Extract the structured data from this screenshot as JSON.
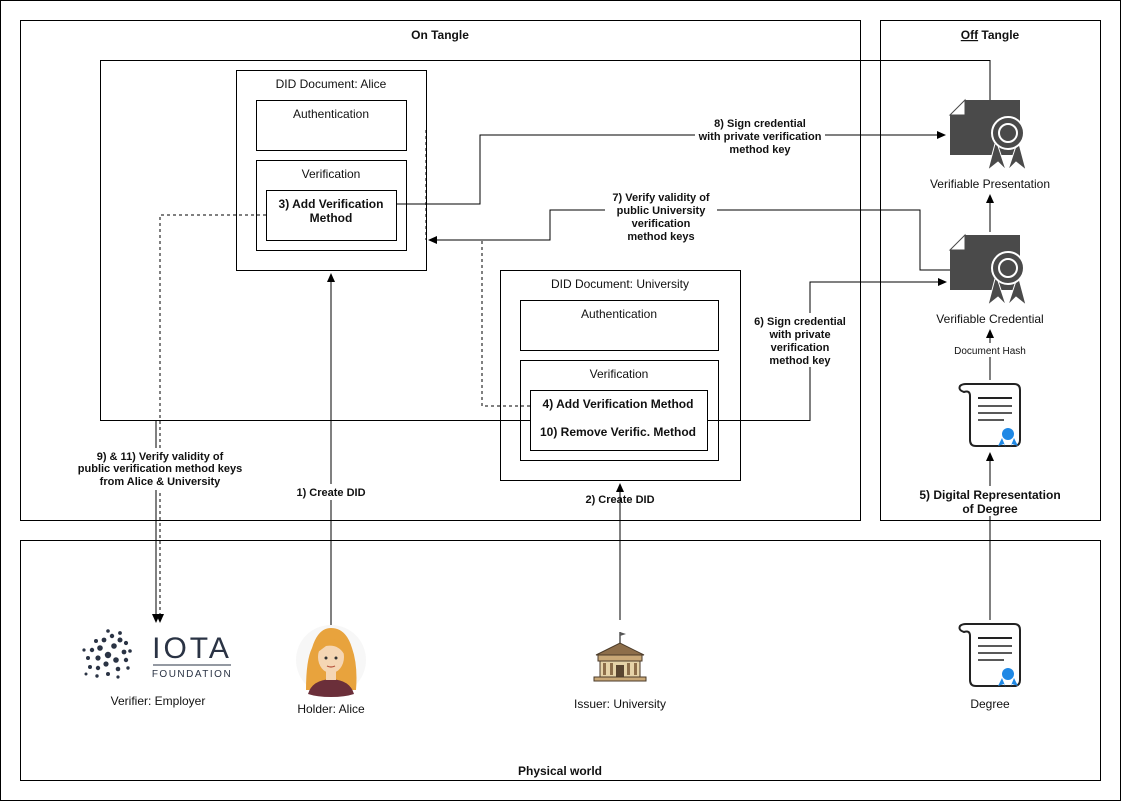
{
  "regions": {
    "on_tangle": "On Tangle",
    "off_tangle_prefix": "Off",
    "off_tangle_suffix": " Tangle",
    "physical_world": "Physical world"
  },
  "alice_doc": {
    "title": "DID Document: Alice",
    "authentication": "Authentication",
    "verification": "Verification",
    "method_line1": "3) Add Verification",
    "method_line2": "Method"
  },
  "university_doc": {
    "title": "DID Document: University",
    "authentication": "Authentication",
    "verification": "Verification",
    "method_add": "4) Add Verification Method",
    "method_remove": "10) Remove Verific. Method"
  },
  "off_tangle_items": {
    "presentation": "Verifiable Presentation",
    "credential": "Verifiable Credential",
    "document_hash": "Document Hash"
  },
  "actors": {
    "verifier": "Verifier: Employer",
    "holder": "Holder: Alice",
    "issuer": "Issuer: University",
    "degree": "Degree"
  },
  "logo": {
    "line1": "IOTA",
    "line2": "FOUNDATION"
  },
  "edges": {
    "create_did_alice": "1) Create DID",
    "create_did_university": "2) Create DID",
    "digital_rep": [
      "5) Digital Representation",
      "of Degree"
    ],
    "sign_university": [
      "6) Sign credential",
      "with private",
      "verification",
      "method key"
    ],
    "verify_university": [
      "7) Verify validity of",
      "public University",
      "verification",
      "method keys"
    ],
    "sign_alice": [
      "8) Sign credential",
      "with private verification",
      "method key"
    ],
    "verify_both": [
      "9) & 11) Verify validity of",
      "public verification method keys",
      "from Alice & University"
    ]
  },
  "colors": {
    "line": "#000000",
    "icon_dark": "#4a4a4a",
    "hair": "#e8a33d",
    "skin": "#f5d6b4",
    "iota_dark": "#2a3344",
    "cert_blue": "#1e88e5"
  }
}
